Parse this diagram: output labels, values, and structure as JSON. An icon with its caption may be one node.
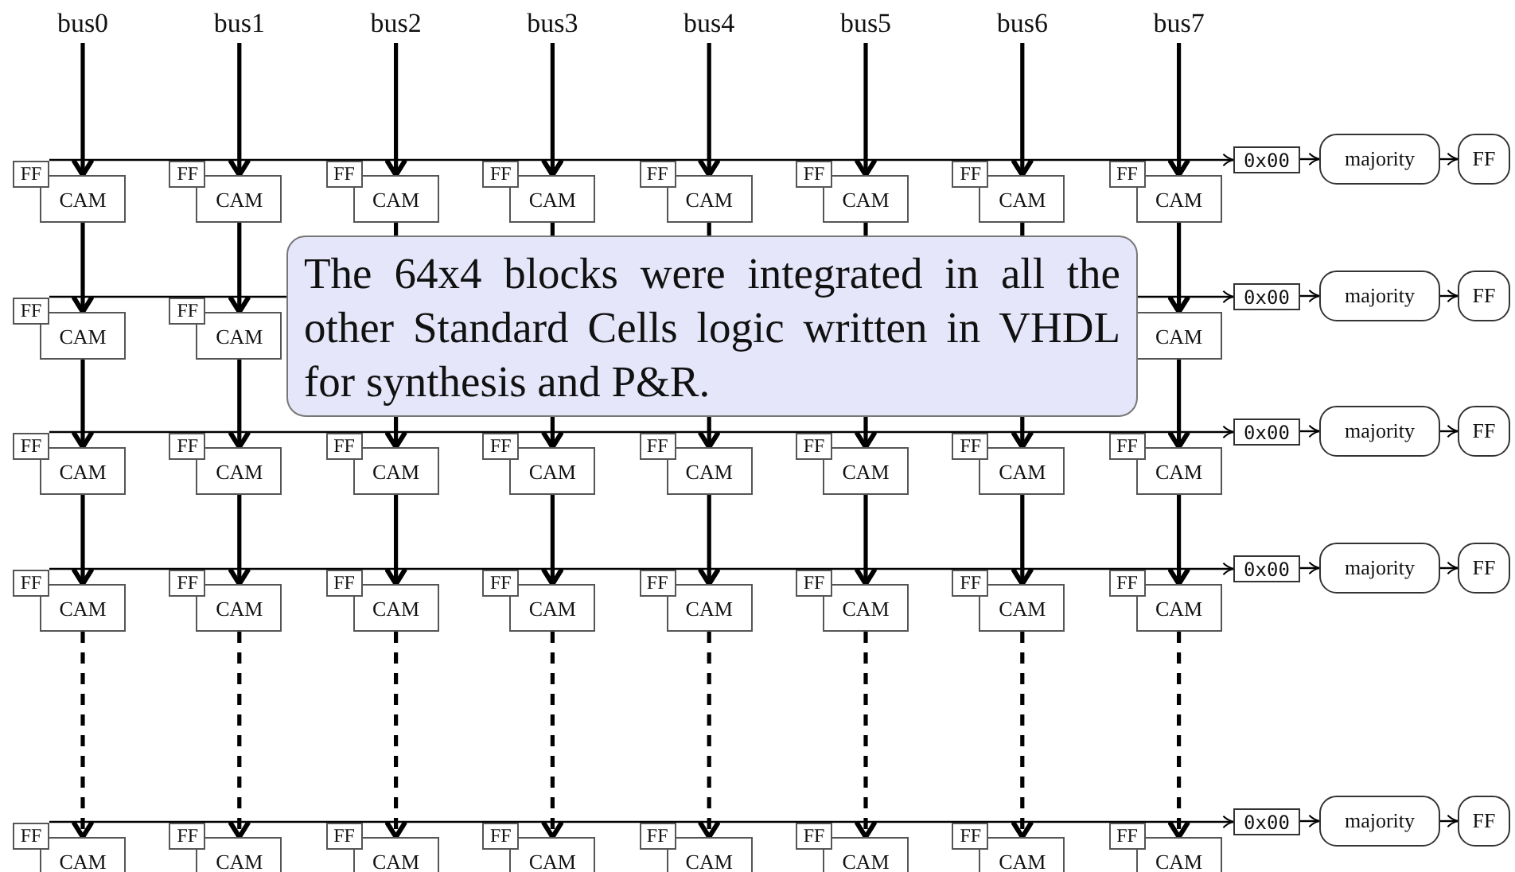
{
  "diagram": {
    "nodes": [
      {
        "text": [
          "bus0"
        ]
      },
      {
        "text": [
          "bus1"
        ]
      },
      {
        "text": [
          "bus2"
        ]
      },
      {
        "text": [
          "bus3"
        ]
      },
      {
        "text": [
          "bus4"
        ]
      },
      {
        "text": [
          "bus5"
        ]
      },
      {
        "text": [
          "bus6"
        ]
      },
      {
        "text": [
          "bus7"
        ]
      },
      {
        "text": [
          "FF"
        ]
      },
      {
        "text": [
          "CAM"
        ]
      },
      {
        "text": [
          "FF"
        ]
      },
      {
        "text": [
          "CAM"
        ]
      },
      {
        "text": [
          "FF"
        ]
      },
      {
        "text": [
          "CAM"
        ]
      },
      {
        "text": [
          "FF"
        ]
      },
      {
        "text": [
          "CAM"
        ]
      },
      {
        "text": [
          "FF"
        ]
      },
      {
        "text": [
          "CAM"
        ]
      },
      {
        "text": [
          "FF"
        ]
      },
      {
        "text": [
          "CAM"
        ]
      },
      {
        "text": [
          "FF"
        ]
      },
      {
        "text": [
          "CAM"
        ]
      },
      {
        "text": [
          "FF"
        ]
      },
      {
        "text": [
          "CAM"
        ]
      },
      {
        "text": [
          "0x00"
        ]
      },
      {
        "text": [
          "majority"
        ]
      },
      {
        "text": [
          "FF"
        ]
      },
      {
        "text": [
          "FF"
        ]
      },
      {
        "text": [
          "CAM"
        ]
      },
      {
        "text": [
          "FF"
        ]
      },
      {
        "text": [
          "CAM"
        ]
      },
      {
        "text": [
          "CAM"
        ]
      },
      {
        "text": [
          "0x00"
        ]
      },
      {
        "text": [
          "majority"
        ]
      },
      {
        "text": [
          "FF"
        ]
      },
      {
        "text": [
          "FF"
        ]
      },
      {
        "text": [
          "CAM"
        ]
      },
      {
        "text": [
          "FF"
        ]
      },
      {
        "text": [
          "CAM"
        ]
      },
      {
        "text": [
          "FF"
        ]
      },
      {
        "text": [
          "CAM"
        ]
      },
      {
        "text": [
          "FF"
        ]
      },
      {
        "text": [
          "CAM"
        ]
      },
      {
        "text": [
          "FF"
        ]
      },
      {
        "text": [
          "CAM"
        ]
      },
      {
        "text": [
          "FF"
        ]
      },
      {
        "text": [
          "CAM"
        ]
      },
      {
        "text": [
          "FF"
        ]
      },
      {
        "text": [
          "CAM"
        ]
      },
      {
        "text": [
          "FF"
        ]
      },
      {
        "text": [
          "CAM"
        ]
      },
      {
        "text": [
          "0x00"
        ]
      },
      {
        "text": [
          "majority"
        ]
      },
      {
        "text": [
          "FF"
        ]
      },
      {
        "text": [
          "FF"
        ]
      },
      {
        "text": [
          "CAM"
        ]
      },
      {
        "text": [
          "FF"
        ]
      },
      {
        "text": [
          "CAM"
        ]
      },
      {
        "text": [
          "FF"
        ]
      },
      {
        "text": [
          "CAM"
        ]
      },
      {
        "text": [
          "FF"
        ]
      },
      {
        "text": [
          "CAM"
        ]
      },
      {
        "text": [
          "FF"
        ]
      },
      {
        "text": [
          "CAM"
        ]
      },
      {
        "text": [
          "FF"
        ]
      },
      {
        "text": [
          "CAM"
        ]
      },
      {
        "text": [
          "FF"
        ]
      },
      {
        "text": [
          "CAM"
        ]
      },
      {
        "text": [
          "FF"
        ]
      },
      {
        "text": [
          "CAM"
        ]
      },
      {
        "text": [
          "0x00"
        ]
      },
      {
        "text": [
          "majority"
        ]
      },
      {
        "text": [
          "FF"
        ]
      },
      {
        "text": [
          "FF"
        ]
      },
      {
        "text": [
          "CAM"
        ]
      },
      {
        "text": [
          "FF"
        ]
      },
      {
        "text": [
          "CAM"
        ]
      },
      {
        "text": [
          "FF"
        ]
      },
      {
        "text": [
          "CAM"
        ]
      },
      {
        "text": [
          "FF"
        ]
      },
      {
        "text": [
          "CAM"
        ]
      },
      {
        "text": [
          "FF"
        ]
      },
      {
        "text": [
          "CAM"
        ]
      },
      {
        "text": [
          "FF"
        ]
      },
      {
        "text": [
          "CAM"
        ]
      },
      {
        "text": [
          "FF"
        ]
      },
      {
        "text": [
          "CAM"
        ]
      },
      {
        "text": [
          "FF"
        ]
      },
      {
        "text": [
          "CAM"
        ]
      },
      {
        "text": [
          "0x00"
        ]
      },
      {
        "text": [
          "majority"
        ]
      },
      {
        "text": [
          "FF"
        ]
      }
    ],
    "edges": [
      {
        "from": 0,
        "to": 9,
        "arrow": "to"
      },
      {
        "from": 1,
        "to": 11,
        "arrow": "to"
      },
      {
        "from": 2,
        "to": 13,
        "arrow": "to"
      },
      {
        "from": 3,
        "to": 15,
        "arrow": "to"
      },
      {
        "from": 4,
        "to": 17,
        "arrow": "to"
      },
      {
        "from": 5,
        "to": 19,
        "arrow": "to"
      },
      {
        "from": 6,
        "to": 21,
        "arrow": "to"
      },
      {
        "from": 7,
        "to": 23,
        "arrow": "to"
      },
      {
        "from": 8,
        "to": 24,
        "arrow": "to"
      },
      {
        "from": 24,
        "to": 25,
        "arrow": "to"
      },
      {
        "from": 25,
        "to": 26,
        "arrow": "to"
      },
      {
        "from": 9,
        "to": 28,
        "arrow": "to"
      },
      {
        "from": 11,
        "to": 30,
        "arrow": "to"
      },
      {
        "from": 13,
        "to": 40,
        "arrow": "to"
      },
      {
        "from": 15,
        "to": 42,
        "arrow": "to"
      },
      {
        "from": 17,
        "to": 44,
        "arrow": "to"
      },
      {
        "from": 19,
        "to": 46,
        "arrow": "to"
      },
      {
        "from": 21,
        "to": 48,
        "arrow": "to"
      },
      {
        "from": 23,
        "to": 31,
        "arrow": "to"
      },
      {
        "from": 27,
        "to": 32,
        "arrow": "to"
      },
      {
        "from": 32,
        "to": 33,
        "arrow": "to"
      },
      {
        "from": 33,
        "to": 34,
        "arrow": "to"
      },
      {
        "from": 28,
        "to": 36,
        "arrow": "to"
      },
      {
        "from": 30,
        "to": 38,
        "arrow": "to"
      },
      {
        "from": 31,
        "to": 50,
        "arrow": "to"
      },
      {
        "from": 35,
        "to": 51,
        "arrow": "to"
      },
      {
        "from": 51,
        "to": 52,
        "arrow": "to"
      },
      {
        "from": 52,
        "to": 53,
        "arrow": "to"
      },
      {
        "from": 36,
        "to": 55,
        "arrow": "to"
      },
      {
        "from": 38,
        "to": 57,
        "arrow": "to"
      },
      {
        "from": 40,
        "to": 59,
        "arrow": "to"
      },
      {
        "from": 42,
        "to": 61,
        "arrow": "to"
      },
      {
        "from": 44,
        "to": 63,
        "arrow": "to"
      },
      {
        "from": 46,
        "to": 65,
        "arrow": "to"
      },
      {
        "from": 48,
        "to": 67,
        "arrow": "to"
      },
      {
        "from": 50,
        "to": 69,
        "arrow": "to"
      },
      {
        "from": 54,
        "to": 70,
        "arrow": "to"
      },
      {
        "from": 70,
        "to": 71,
        "arrow": "to"
      },
      {
        "from": 71,
        "to": 72,
        "arrow": "to"
      },
      {
        "from": 55,
        "to": 74,
        "arrow": "to",
        "style": "dashed"
      },
      {
        "from": 57,
        "to": 76,
        "arrow": "to",
        "style": "dashed"
      },
      {
        "from": 59,
        "to": 78,
        "arrow": "to",
        "style": "dashed"
      },
      {
        "from": 61,
        "to": 80,
        "arrow": "to",
        "style": "dashed"
      },
      {
        "from": 63,
        "to": 82,
        "arrow": "to",
        "style": "dashed"
      },
      {
        "from": 65,
        "to": 84,
        "arrow": "to",
        "style": "dashed"
      },
      {
        "from": 67,
        "to": 86,
        "arrow": "to",
        "style": "dashed"
      },
      {
        "from": 69,
        "to": 88,
        "arrow": "to",
        "style": "dashed"
      },
      {
        "from": 73,
        "to": 89,
        "arrow": "to"
      },
      {
        "from": 89,
        "to": 90,
        "arrow": "to"
      },
      {
        "from": 90,
        "to": 91,
        "arrow": "to"
      }
    ],
    "labels": [
      "The 64x4 blocks were integrated in all the other Standard Cells logic written in VHDL for synthesis and P&R."
    ]
  }
}
